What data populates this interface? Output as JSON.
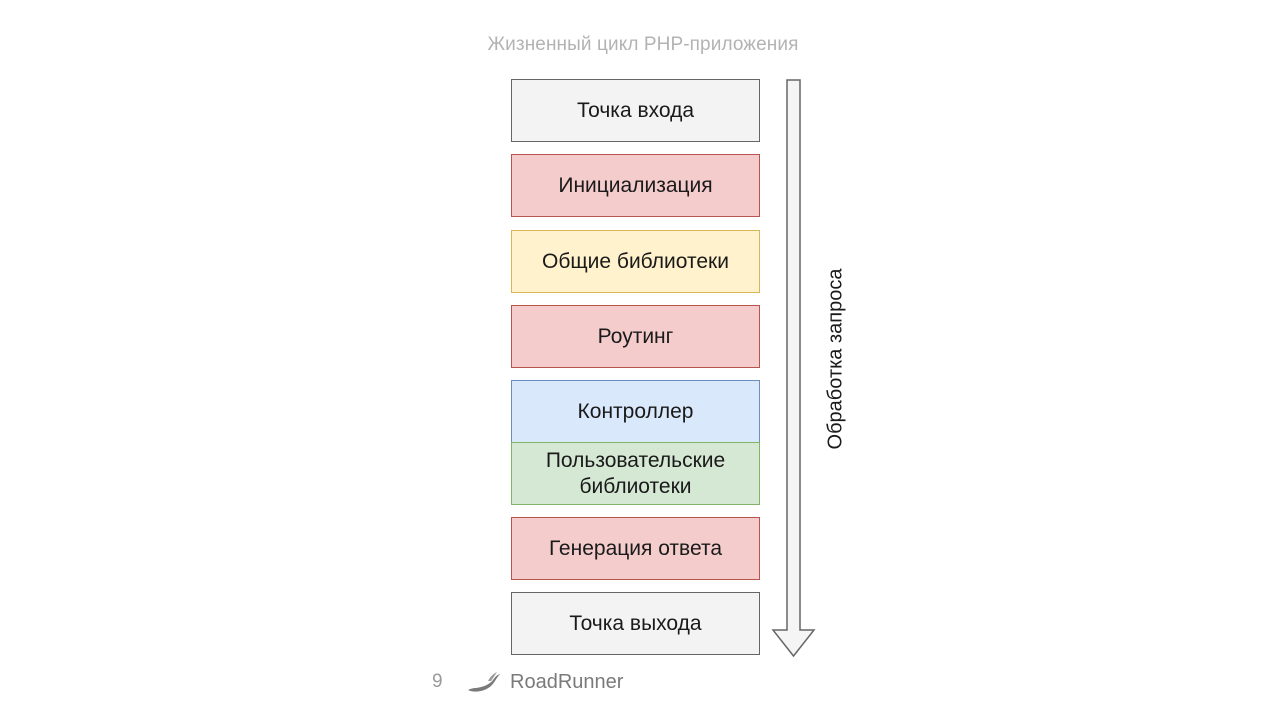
{
  "title": "Жизненный цикл PHP-приложения",
  "stages": [
    {
      "label": "Точка входа",
      "color": "#f3f3f3"
    },
    {
      "label": "Инициализация",
      "color": "#f4cccc"
    },
    {
      "label": "Общие библиотеки",
      "color": "#fff2cc"
    },
    {
      "label": "Роутинг",
      "color": "#f4cccc"
    },
    {
      "label": "Контроллер",
      "color": "#dae8fc"
    },
    {
      "label": "Пользовательские библиотеки",
      "color": "#d5e8d4"
    },
    {
      "label": "Генерация ответа",
      "color": "#f4cccc"
    },
    {
      "label": "Точка выхода",
      "color": "#f3f3f3"
    }
  ],
  "arrow_label": "Обработка запроса",
  "footer": {
    "page_number": "9",
    "brand": "RoadRunner",
    "brand_icon": "roadrunner-bird-icon"
  }
}
